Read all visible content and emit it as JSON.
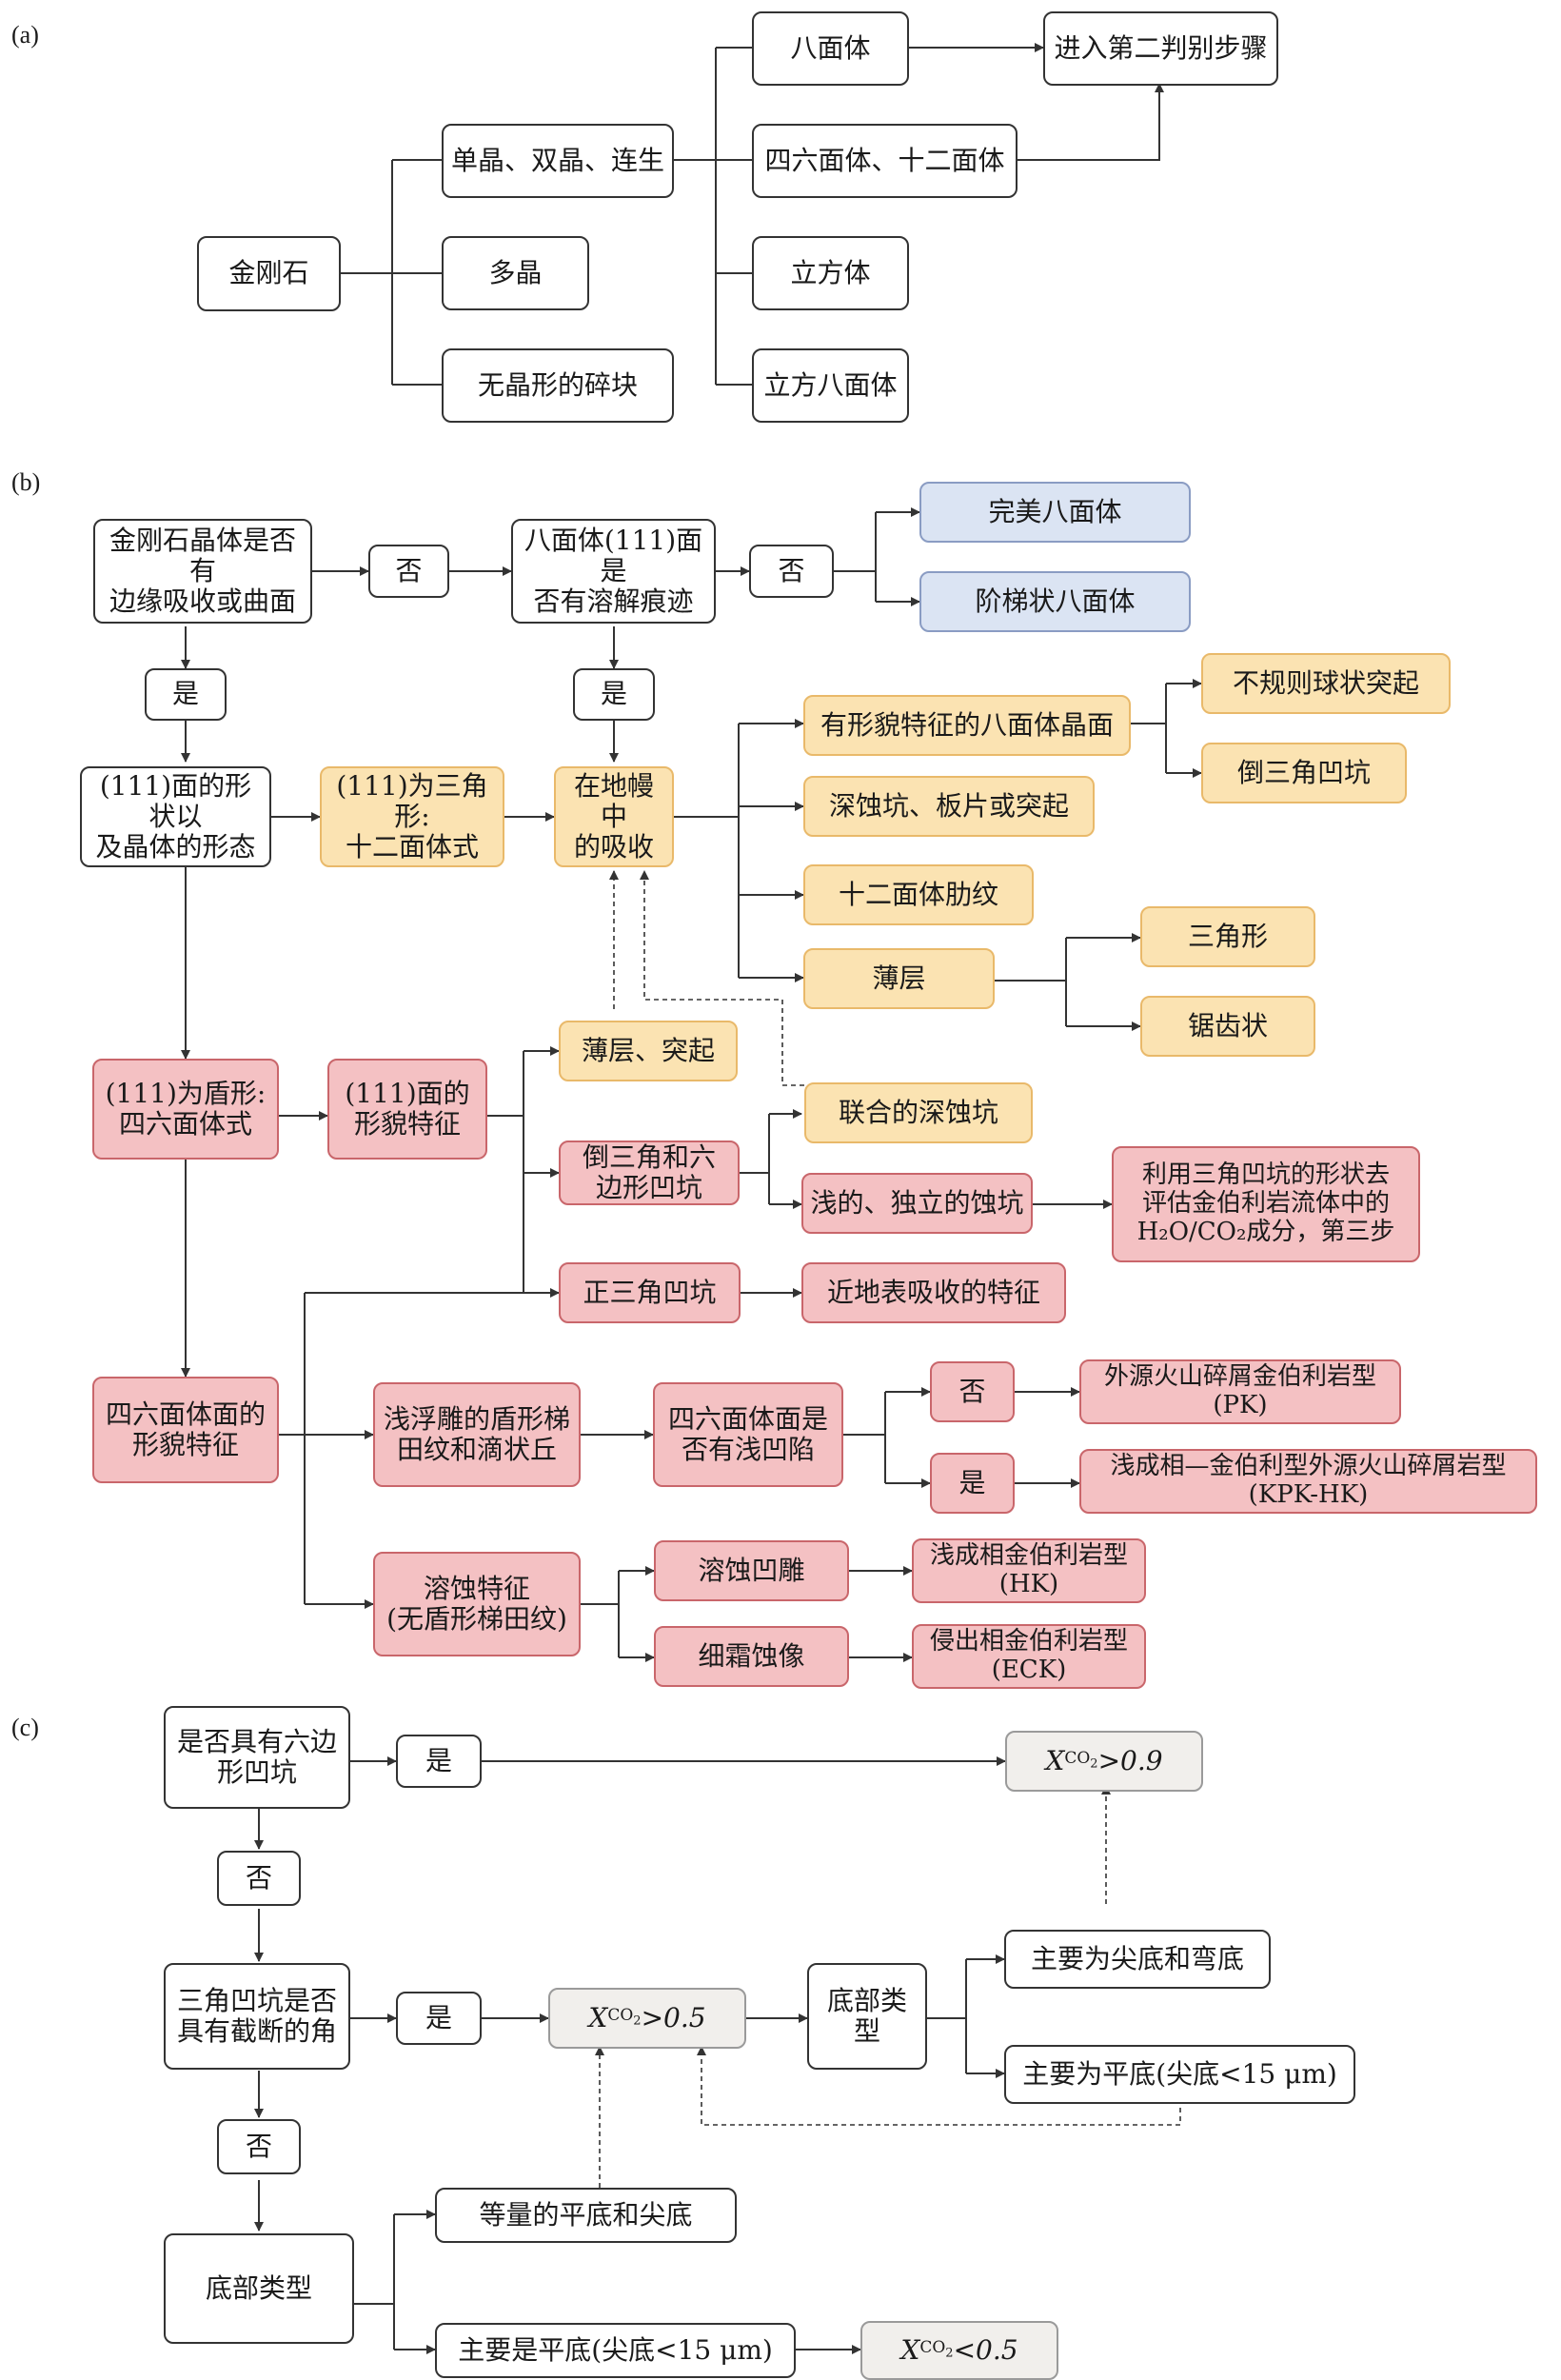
{
  "panels": {
    "a": "(a)",
    "b": "(b)",
    "c": "(c)"
  },
  "a": {
    "diamond": "金刚石",
    "single": "单晶、双晶、连生",
    "poly": "多晶",
    "fragment": "无晶形的碎块",
    "octa": "八面体",
    "tetrahexa": "四六面体、十二面体",
    "cube": "立方体",
    "cubocta": "立方八面体",
    "next": "进入第二判别步骤"
  },
  "b": {
    "q1": "金刚石晶体是否有\n边缘吸收或曲面",
    "no1": "否",
    "q2": "八面体(111)面是\n否有溶解痕迹",
    "no2": "否",
    "perfect": "完美八面体",
    "stepped": "阶梯状八面体",
    "yes1": "是",
    "yes2": "是",
    "shape": "(111)面的形状以\n及晶体的形态",
    "tri": "(111)为三角形:\n十二面体式",
    "mantle": "在地幔中\n的吸收",
    "feat_octa": "有形貌特征的八面体晶面",
    "irregular": "不规则球状突起",
    "inv_tri": "倒三角凹坑",
    "deep": "深蚀坑、板片或突起",
    "ribs": "十二面体肋纹",
    "lamella": "薄层",
    "triangle": "三角形",
    "serrated": "锯齿状",
    "shield": "(111)为盾形:\n四六面体式",
    "morph111": "(111)面的\n形貌特征",
    "lam_bump": "薄层、突起",
    "inv_hex": "倒三角和六\n边形凹坑",
    "joint_pits": "联合的深蚀坑",
    "shallow": "浅的、独立的蚀坑",
    "use_pits": "利用三角凹坑的形状去\n评估金伯利岩流体中的\nH₂O/CO₂成分，第三步",
    "pos_tri": "正三角凹坑",
    "surface": "近地表吸收的特征",
    "tetra_feat": "四六面体面的\n形貌特征",
    "relief": "浅浮雕的盾形梯\n田纹和滴状丘",
    "shallow_q": "四六面体面是\n否有浅凹陷",
    "no3": "否",
    "yes3": "是",
    "pk": "外源火山碎屑金伯利岩型\n(PK)",
    "kpk": "浅成相—金伯利型外源火山碎屑岩型\n(KPK-HK)",
    "dissolution": "溶蚀特征\n(无盾形梯田纹)",
    "carve": "溶蚀凹雕",
    "frost": "细霜蚀像",
    "hk": "浅成相金伯利岩型\n(HK)",
    "eck": "侵出相金伯利岩型\n(ECK)"
  },
  "c": {
    "q_hex": "是否具有六边\n形凹坑",
    "yes_a": "是",
    "x09": "X_CO2>0.9",
    "no_a": "否",
    "q_trunc": "三角凹坑是否\n具有截断的角",
    "yes_b": "是",
    "x05": "X_CO2>0.5",
    "bottom1": "底部类型",
    "pointed": "主要为尖底和弯底",
    "flat1": "主要为平底(尖底<15 μm)",
    "no_b": "否",
    "equal": "等量的平底和尖底",
    "bottom2": "底部类型",
    "flat2": "主要是平底(尖底<15 μm)",
    "xlt": "X_CO2<0.5"
  }
}
